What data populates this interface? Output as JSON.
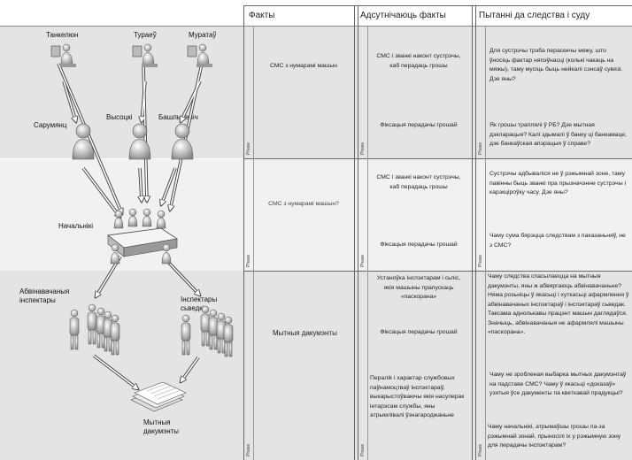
{
  "headers": {
    "facts": "Факты",
    "missing": "Адсутнічаюць факты",
    "questions": "Пытанні да следства і суду"
  },
  "phase_label": "Phase",
  "diagram": {
    "people_top": [
      "Танкелюн",
      "Тураеў",
      "Муратаў"
    ],
    "people_mid": [
      "Сарумянц",
      "Высоцкі",
      "Башлыкевіч"
    ],
    "chiefs": "Начальнікі",
    "left_group": "Абвінавачаныя інспектары",
    "right_group": "Інспектары сьведкі",
    "docs": "Мытныя дакумэнты"
  },
  "rows": [
    {
      "fact": "СМС з нумарамі машын",
      "missing": [
        "СМС і званкі наконт сустрэчы, каб перадаць грошы",
        "Фіксацыя перадачы грошай"
      ],
      "questions": [
        "Для сустрэчы трэба пераcекчы мяжу, што ўносіць фактар няпэўнасці (колькі чакаць на мяжы), таму мусіць быць нейкалі сэнсаў сувязі. Дзе яны?",
        "Як грошы траплялі ў РБ? Дзе мытная дэкларацыя? Калі здымалі ў банку ці банкамаце, дзе банкаўская апэрацыя ў справе?"
      ]
    },
    {
      "fact": "СМС з нумарамі машын?",
      "missing": [
        "СМС і званкі наконт сустрэчы, каб перадаць грошы",
        "Фіксацыя перадачы грошай"
      ],
      "questions": [
        "Сустрэчы адбываліся не ў рэжымнай зоне, таму павінны быць званкі пра прызначэнне сустрэчы і карэкціроўку часу. Дзе яны?",
        "Чаму сума бярэцца следствам з паказаньняў, не з СМС?"
      ]
    },
    {
      "fact": "Мытныя дакумэнты",
      "missing": [
        "Устаноўка інспэктарам і сьпіс, якія машыны прапускаць «паскорана»",
        "Фіксацыя перадачы грошай",
        "Пераліk і характар службовых паўнамоцтваў інспэктараў, выкарыстоўваючы якія насуперак інтарэсам службы, яны атрымлівалі ўзнагароджаньне"
      ],
      "questions": [
        "Чаму следства спасылаецца на мытныя дакумэнты, яны ж абвяргаюць абвінавачаньне? Няма розьніцы ў якасьці і хуткасьці афармлення ў абвінавачаных інспэктараў і інспэктараў сьведак. Таксама аднолькавы працэнт машын даглядаўся. Значыць, абвінавачаныя не афармлялі машыны «паскорана».",
        "Чаму не зробленая выбарка мытных дакумэнтаў на падставе СМС? Чаму ў якасьці «доказаў» узятыя ўсе дакументы па кветкавай прадукцыі?",
        "Чаму начальнікі, атрымаўшы грошы па-за рэжымнай зонай, прыносілі іх у рэжымную зону для перадачы інспэктарам?"
      ]
    }
  ]
}
